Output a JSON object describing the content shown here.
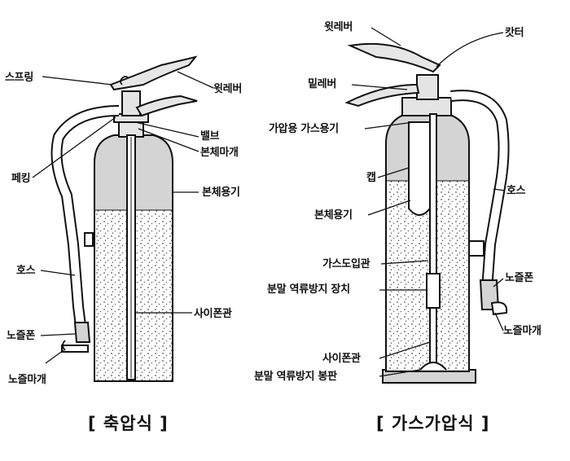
{
  "left_diagram": {
    "caption": "[ 축압식 ]",
    "labels": {
      "spring": "스프링",
      "upper_lever": "윗레버",
      "valve": "밸브",
      "body_cap": "본체마개",
      "packing": "페킹",
      "body_container": "본체용기",
      "hose": "호스",
      "siphon_tube": "사이폰관",
      "nozzle": "노즐폰",
      "nozzle_cap": "노즐마개"
    }
  },
  "right_diagram": {
    "caption": "[ 가스가압식 ]",
    "labels": {
      "upper_lever": "윗레버",
      "cutter": "캇터",
      "lower_lever": "밑레버",
      "pressurizing_gas_container": "가압용  가스용기",
      "cap": "캡",
      "body_container": "본체용기",
      "hose": "호스",
      "gas_inlet_tube": "가스도입관",
      "nozzle": "노즐폰",
      "powder_backflow_device": "분말  역류방지  장치",
      "nozzle_cap": "노즐마개",
      "siphon_tube": "사이폰관",
      "powder_backflow_seal": "분말  역류방지  봉판"
    }
  }
}
